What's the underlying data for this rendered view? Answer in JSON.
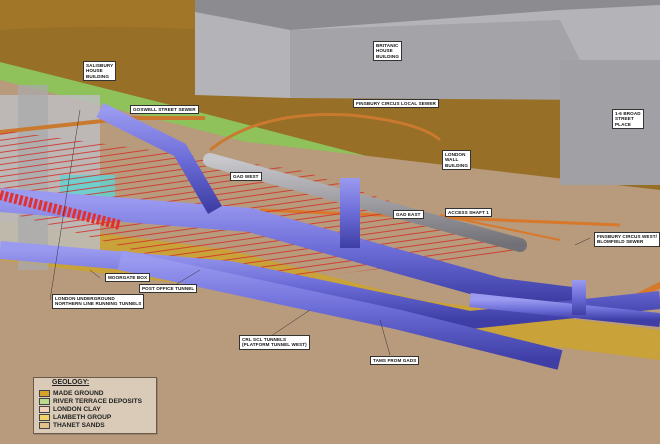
{
  "diagram": {
    "type": "3D geological cross-section of underground tunnels",
    "labels": {
      "salisbury_house": "SALISBURY\nHOUSE\nBUILDING",
      "britanic_house": "BRITANIC\nHOUSE\nBUILDING",
      "broad_street_place": "1-6 BROAD\nSTREET\nPLACE",
      "golden_street_sewer": "GOSWELL STREET SEWER",
      "finsbury_local_sewer": "FINSBURY CIRCUS LOCAL SEWER",
      "london_wall_building": "LONDON\nWALL\nBUILDING",
      "gad_west": "GAD WEST",
      "gad_east": "GAD EAST",
      "access_shaft": "ACCESS SHAFT 1",
      "finsbury_west_sewer": "FINSBURY CIRCUS WEST/\nBLOMFIELD SEWER",
      "moorgate_box": "MOORGATE BOX",
      "post_office_tunnel": "POST OFFICE TUNNEL",
      "northern_line": "LONDON UNDERGROUND\nNORTHERN LINE RUNNING TUNNELS",
      "crl_tunnels": "CRL SCL TUNNELS\n(PLATFORM TUNNEL WEST)",
      "tams": "TAMS FROM GADS"
    }
  },
  "legend": {
    "title": "GEOLOGY:",
    "items": [
      {
        "label": "MADE GROUND",
        "color": "#d9a32a"
      },
      {
        "label": "RIVER TERRACE DEPOSITS",
        "color": "#b9dc8c"
      },
      {
        "label": "LONDON CLAY",
        "color": "#f2d2bc"
      },
      {
        "label": "LAMBETH GROUP",
        "color": "#f0d46a"
      },
      {
        "label": "THANET SANDS",
        "color": "#e3c28a"
      }
    ]
  },
  "colors": {
    "made_ground": "#9a6c22",
    "clay": "#b89a7c",
    "lambeth": "#c9a23a",
    "river_terrace": "#8fc25a",
    "building": "#a9a9ab",
    "tunnel": "#6f6fd6",
    "rebar": "#d0302a",
    "sewer": "#d8782a"
  }
}
